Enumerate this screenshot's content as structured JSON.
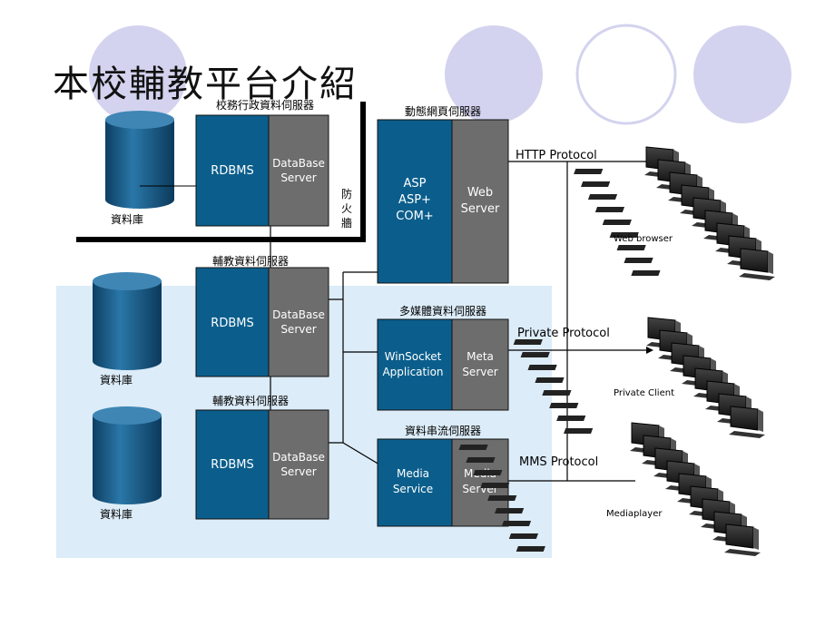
{
  "slide": {
    "title": "本校輔教平台介紹"
  },
  "colors": {
    "server_blue": "#0b5e8c",
    "server_gray": "#6d6d6d",
    "circle_lavender": "#d3d3ef",
    "panel_light_blue": "#dcecf8",
    "db_blue": "#1a5a86"
  },
  "diagram": {
    "admin_db_server": {
      "caption": "校務行政資料伺服器",
      "left_label": "RDBMS",
      "right_label_1": "DataBase",
      "right_label_2": "Server"
    },
    "firewall_label": "防\n火\n牆",
    "teaching_db_server_1": {
      "caption": "輔教資料伺服器",
      "left_label": "RDBMS",
      "right_label_1": "DataBase",
      "right_label_2": "Server"
    },
    "teaching_db_server_2": {
      "caption": "輔教資料伺服器",
      "left_label": "RDBMS",
      "right_label_1": "DataBase",
      "right_label_2": "Server"
    },
    "web_server": {
      "caption": "動態網頁伺服器",
      "left_label_1": "ASP",
      "left_label_2": "ASP+",
      "left_label_3": "COM+",
      "right_label_1": "Web",
      "right_label_2": "Server"
    },
    "meta_server": {
      "caption": "多媒體資料伺服器",
      "left_label_1": "WinSocket",
      "left_label_2": "Application",
      "right_label_1": "Meta",
      "right_label_2": "Server"
    },
    "media_server": {
      "caption": "資料串流伺服器",
      "left_label_1": "Media",
      "left_label_2": "Service",
      "right_label_1": "Media",
      "right_label_2": "Server"
    },
    "databases": [
      "資料庫",
      "資料庫",
      "資料庫"
    ],
    "protocols": [
      "HTTP Protocol",
      "Private Protocol",
      "MMS Protocol"
    ],
    "client_groups": [
      "Web browser",
      "Private  Client",
      "Mediaplayer"
    ]
  }
}
